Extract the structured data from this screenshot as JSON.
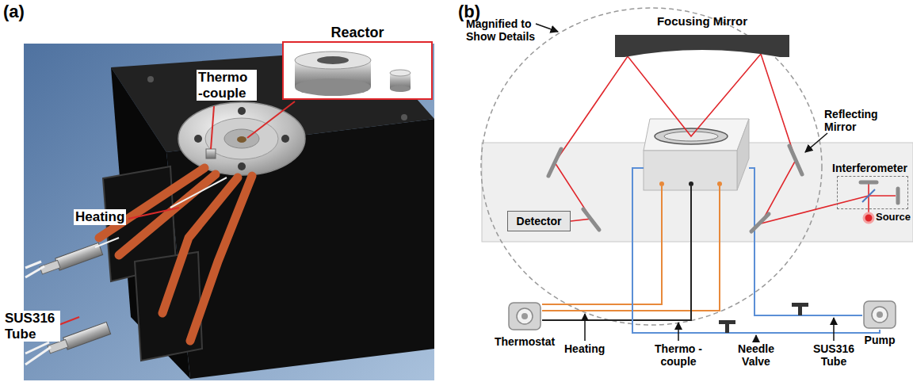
{
  "diagram": {
    "nodes": [
      {
        "text": [
          "Reactor"
        ]
      },
      {
        "text": [
          "Focusing Mirror"
        ]
      },
      {
        "text": [
          "Interferometer"
        ]
      },
      {
        "text": [
          "Detector"
        ]
      },
      {
        "text": [
          "Thermostat"
        ]
      },
      {
        "text": [
          "Pump"
        ]
      }
    ],
    "labels": [
      "(a)",
      "Thermo -couple",
      "Heating",
      "SUS316 Tube",
      "(b)",
      "Magnified to Show Details",
      "Reflecting Mirror",
      "Source",
      "Heating",
      "Thermo -couple",
      "Needle Valve",
      "SUS316 Tube"
    ]
  }
}
